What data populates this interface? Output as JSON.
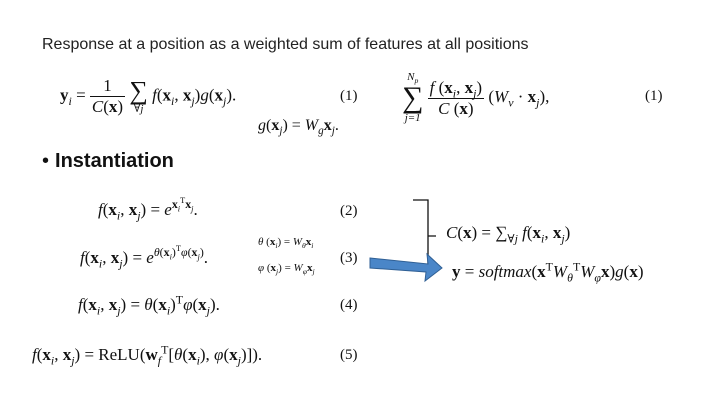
{
  "heading": "Response at a position as a weighted sum of features at all positions",
  "bullet": {
    "marker": "•",
    "text": "Instantiation"
  },
  "equations": {
    "eq1_number": "(1)",
    "eq1b_number": "(1)",
    "eq2_number": "(2)",
    "eq3_number": "(3)",
    "eq4_number": "(4)",
    "eq5_number": "(5)",
    "eq_theta": "θ(xᵢ) = W_θ xᵢ",
    "eq_phi": "φ(xⱼ) = W_φ xⱼ",
    "relu": "ReLU",
    "softmax": "softmax"
  },
  "colors": {
    "arrow_fill": "#4a86c8",
    "arrow_stroke": "#2f5f94",
    "text": "#111111"
  }
}
